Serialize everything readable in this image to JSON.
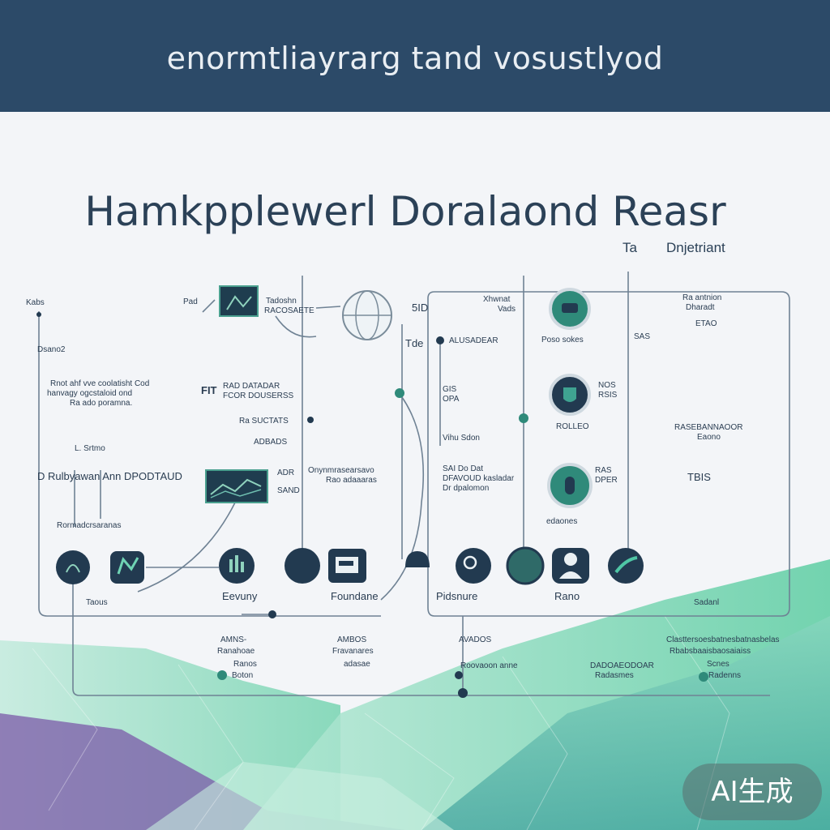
{
  "banner": {
    "title": "enormtliayrarg tand vosustlyod"
  },
  "diagram": {
    "title": "Hamkpplewerl Doralaond Reasr",
    "subtitle_a": "Ta",
    "subtitle_b": "Dnjetriant"
  },
  "labels": {
    "l_a1": "Kabs",
    "l_a2": "Dsano2",
    "l_a3": "Rnot ahf vve coolatisht Cod",
    "l_a4": "hanvagy ogcstaloid ond",
    "l_a5": "Ra ado poramna.",
    "l_a6": "L. Srtmo",
    "l_a7": "D Rulbyawan Ann DPODTAUD",
    "l_a8": "Rormadcrsaranas",
    "l_a9": "Taous",
    "l_b1": "Pad",
    "l_b2": "Tadoshn",
    "l_b3": "RACOSAETE",
    "l_b4": "FIT",
    "l_b5": "RAD DATADAR",
    "l_b6": "FCOR DOUSERSS",
    "l_b7": "Ra SUCTATS",
    "l_b8": "ADBADS",
    "l_b9": "ADR",
    "l_b10": "SAND",
    "l_b11": "Eevuny",
    "l_c1": "Onynmrasearsavo",
    "l_c2": "Rao adaaaras",
    "l_c3": "Foundane",
    "l_c4": "5ID",
    "l_c5": "Tde",
    "l_d1": "Xhwnat",
    "l_d2": "Vads",
    "l_d3": "ALUSADEAR",
    "l_d4": "GIS",
    "l_d5": "OPA",
    "l_d6": "Vihu Sdon",
    "l_d7": "SAI Do Dat",
    "l_d8": "DFAVOUD kasladar",
    "l_d9": "Dr dpalomon",
    "l_d10": "Pidsnure",
    "l_e1": "Poso sokes",
    "l_e2": "ROLLEO",
    "l_e3": "edaones",
    "l_e4": "Rano",
    "l_e5": "NOS",
    "l_e6": "RSIS",
    "l_e7": "RAS",
    "l_e8": "DPER",
    "l_f1": "Ra antnion",
    "l_f2": "Dharadt",
    "l_f3": "ETAO",
    "l_f4": "RASEBANNAOOR",
    "l_f5": "Eaono",
    "l_f6": "TBIS",
    "l_f7": "SAS",
    "l_f8": "Sadanl",
    "l_g1": "AMNS-",
    "l_g2": "Ranahoae",
    "l_g3": "Ranos",
    "l_g4": "Boton",
    "l_g5": "AMBOS",
    "l_g6": "Fravanares",
    "l_g7": "adasae",
    "l_g8": "AVADOS",
    "l_g9": "Roovaoon anne",
    "l_g10": "DADOAEODOAR",
    "l_g11": "Radasmes",
    "l_g12": "Clasttersoesbatnesbatnasbelas",
    "l_g13": "Rbabsbaaisbaosaiaiss",
    "l_g14": "Scnes",
    "l_g15": "Radenns"
  },
  "colors": {
    "banner": "#2c4a68",
    "accent_teal": "#2f8a7a",
    "dark_node": "#223a50",
    "line": "#6f8294",
    "wave_green": "#62cfa5",
    "wave_purple": "#7d5ca8"
  },
  "icons": {
    "node_a": "fingerprint-icon",
    "node_b": "network-icon",
    "node_c": "chart-icon",
    "node_d": "person-icon",
    "node_e": "document-icon",
    "node_f": "cloud-icon",
    "node_g": "lock-icon",
    "node_h": "database-icon",
    "node_i": "user-icon",
    "node_j": "rocket-icon",
    "top_1": "terminal-icon",
    "top_2": "globe-icon",
    "mid_1": "hand-icon",
    "mid_2": "shield-icon",
    "mid_3": "chip-icon"
  },
  "watermark": "AI生成"
}
